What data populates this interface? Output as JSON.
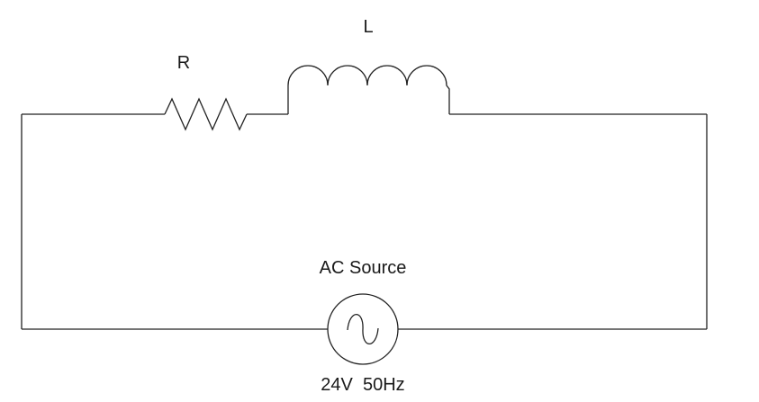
{
  "components": {
    "resistor": {
      "label": "R"
    },
    "inductor": {
      "label": "L"
    },
    "ac_source": {
      "label": "AC Source",
      "rating": "24V  50Hz"
    }
  },
  "colors": {
    "line": "#222222",
    "text": "#1a1a1a",
    "background": "#ffffff"
  }
}
